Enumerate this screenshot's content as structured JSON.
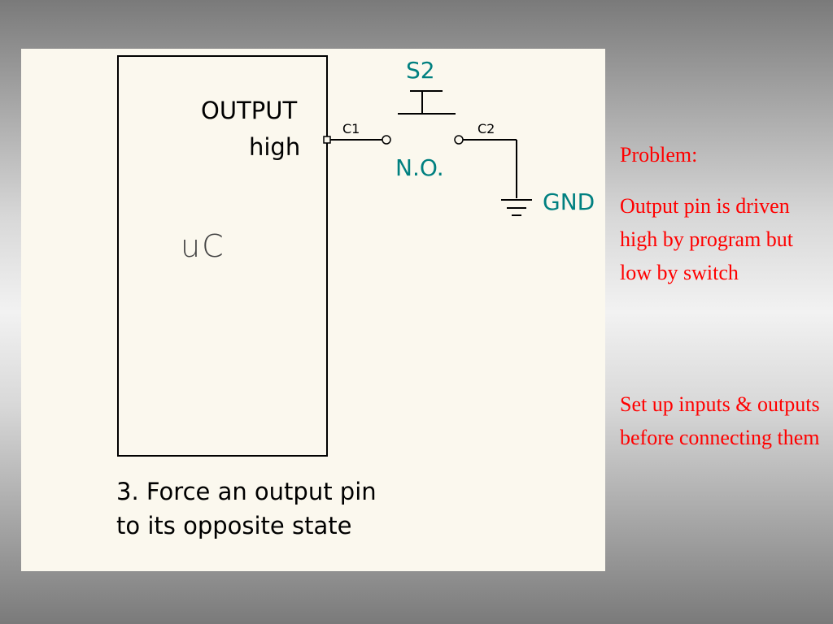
{
  "diagram": {
    "ic_label": "uC",
    "output_label_line1": "OUTPUT",
    "output_label_line2": "high",
    "c1_label": "C1",
    "c2_label": "C2",
    "switch_label": "S2",
    "switch_type": "N.O.",
    "gnd_label": "GND",
    "caption_line1": "3. Force an output pin",
    "caption_line2": "to its opposite state",
    "colors": {
      "wire": "#000000",
      "switch_text": "#008080",
      "panel": "#fbf8ee"
    }
  },
  "notes": {
    "problem_title": "Problem:",
    "problem_body": "Output pin is driven high by program but low by switch",
    "advice": "Set up inputs & outputs before connecting them",
    "text_color": "#ff0000"
  }
}
